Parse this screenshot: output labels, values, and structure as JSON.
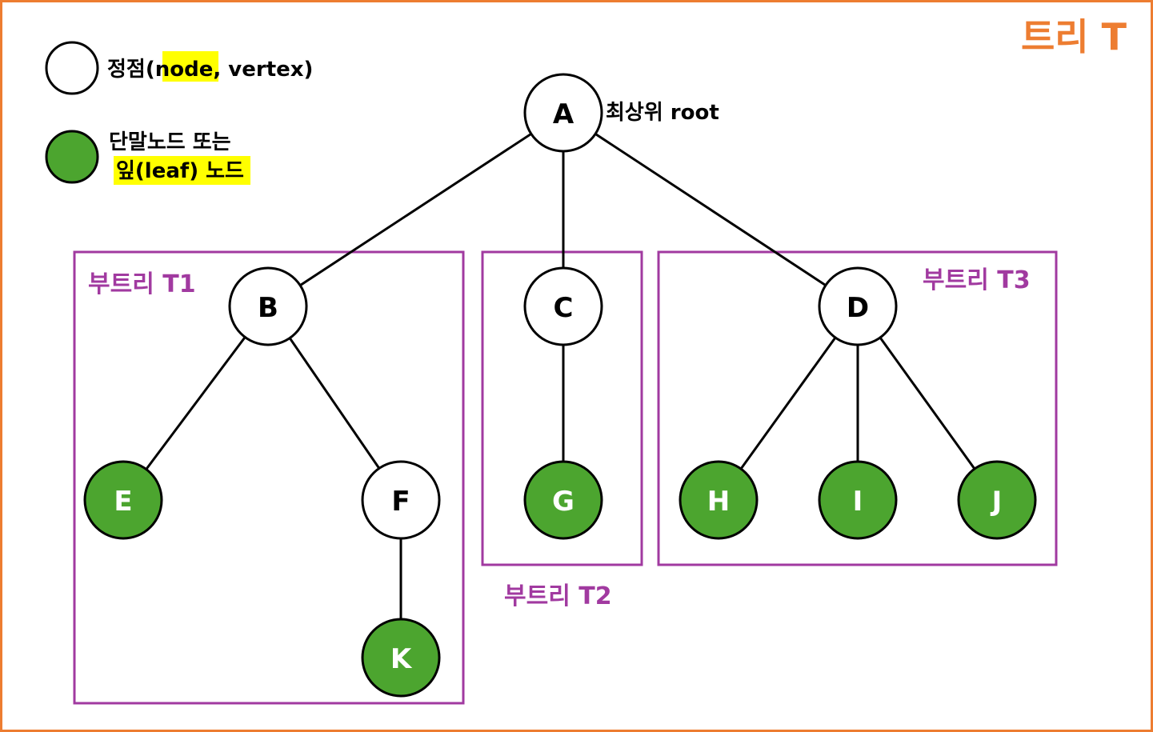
{
  "title": "트리 T",
  "colors": {
    "frame": "#ED7D31",
    "title": "#ED7D31",
    "subtree": "#A13AA0",
    "leaf_fill": "#4CA52F",
    "node_fill": "#FFFFFF",
    "stroke": "#000000",
    "highlight": "#FFFF00"
  },
  "legend": {
    "vertex_prefix": "정점(",
    "vertex_highlight": "node",
    "vertex_suffix": ", vertex)",
    "leaf_line1": "단말노드 또는",
    "leaf_line2": "잎(leaf) 노드"
  },
  "root_label": "최상위 root",
  "subtrees": [
    {
      "label": "부트리 T1"
    },
    {
      "label": "부트리 T2"
    },
    {
      "label": "부트리 T3"
    }
  ],
  "nodes": [
    {
      "id": "A",
      "leaf": false
    },
    {
      "id": "B",
      "leaf": false
    },
    {
      "id": "C",
      "leaf": false
    },
    {
      "id": "D",
      "leaf": false
    },
    {
      "id": "E",
      "leaf": true
    },
    {
      "id": "F",
      "leaf": false
    },
    {
      "id": "G",
      "leaf": true
    },
    {
      "id": "H",
      "leaf": true
    },
    {
      "id": "I",
      "leaf": true
    },
    {
      "id": "J",
      "leaf": true
    },
    {
      "id": "K",
      "leaf": true
    }
  ],
  "edges": [
    [
      "A",
      "B"
    ],
    [
      "A",
      "C"
    ],
    [
      "A",
      "D"
    ],
    [
      "B",
      "E"
    ],
    [
      "B",
      "F"
    ],
    [
      "F",
      "K"
    ],
    [
      "C",
      "G"
    ],
    [
      "D",
      "H"
    ],
    [
      "D",
      "I"
    ],
    [
      "D",
      "J"
    ]
  ]
}
